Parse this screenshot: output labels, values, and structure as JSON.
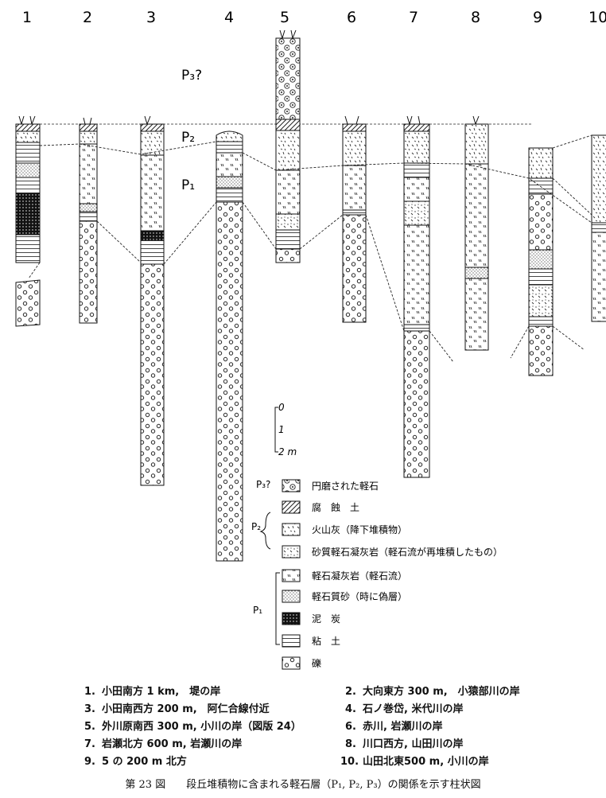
{
  "columns": [
    "1",
    "2",
    "3",
    "4",
    "5",
    "6",
    "7",
    "8",
    "9",
    "10"
  ],
  "unit_labels": {
    "p3": "P₃?",
    "p2": "P₂",
    "p1": "P₁"
  },
  "scale": {
    "ticks": [
      "0",
      "1",
      "2 m"
    ]
  },
  "legend": {
    "p3_label": "P₃?",
    "p2_label": "P₂",
    "p1_label": "P₁",
    "items": [
      {
        "key": "rounded_pumice",
        "label": "円磨された軽石"
      },
      {
        "key": "humus",
        "label": "腐　蝕　土"
      },
      {
        "key": "ash",
        "label": "火山灰（降下堆積物）"
      },
      {
        "key": "sandy_tuff",
        "label": "砂質軽石凝灰岩（軽石流が再堆積したもの）"
      },
      {
        "key": "pumice_tuff",
        "label": "軽石凝灰岩（軽石流）"
      },
      {
        "key": "pumice_sand",
        "label": "軽石質砂（時に偽層）"
      },
      {
        "key": "peat",
        "label": "泥　炭"
      },
      {
        "key": "clay",
        "label": "粘　土"
      },
      {
        "key": "gravel",
        "label": "礫"
      }
    ]
  },
  "locations": [
    {
      "num": "1.",
      "text": "小田南方 1 km,　堤の岸"
    },
    {
      "num": "2.",
      "text": "大向東方 300 m,　小猿部川の岸"
    },
    {
      "num": "3.",
      "text": "小田南西方 200 m,　阿仁合線付近"
    },
    {
      "num": "4.",
      "text": "石ノ巻岱, 米代川の岸"
    },
    {
      "num": "5.",
      "text": "外川原南西 300 m, 小川の岸（図版 24）"
    },
    {
      "num": "6.",
      "text": "赤川, 岩瀬川の岸"
    },
    {
      "num": "7.",
      "text": "岩瀬北方 600 m, 岩瀬川の岸"
    },
    {
      "num": "8.",
      "text": "川口西方, 山田川の岸"
    },
    {
      "num": "9.",
      "text": "5 の 200 m 北方"
    },
    {
      "num": "10.",
      "text": "山田北東500 m, 小川の岸"
    }
  ],
  "caption": "第 23 図　　段丘堆積物に含まれる軽石層（P₁, P₂, P₃）の関係を示す柱状図"
}
